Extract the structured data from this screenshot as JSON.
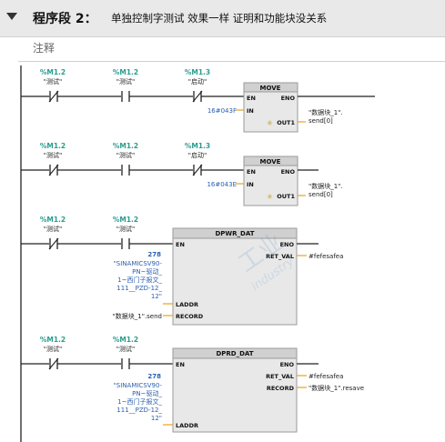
{
  "segment": {
    "collapse_icon": "triangle-down-icon",
    "title": "程序段 2：",
    "description": "单独控制字测试 效果一样 证明和功能块没关系",
    "comment_label": "注释"
  },
  "colors": {
    "address": "#2a9d8f",
    "param": "#2b5fb0",
    "wire_highlight": "#e8a21a",
    "box_fill": "#e8e8e8",
    "box_header": "#d0d0d0"
  },
  "contacts": {
    "m12": {
      "address": "%M1.2",
      "symbol": "\"测试\""
    },
    "m13": {
      "address": "%M1.3",
      "symbol": "\"启动\""
    }
  },
  "move": {
    "name": "MOVE",
    "en": "EN",
    "eno": "ENO",
    "in": "IN",
    "out1": "OUT1",
    "rung1_in": "16#043F",
    "rung1_out": [
      "\"数据块_1\".",
      "send[0]"
    ],
    "rung2_in": "16#043E",
    "rung2_out": [
      "\"数据块_1\".",
      "send[0]"
    ]
  },
  "dpwr": {
    "name": "DPWR_DAT",
    "en": "EN",
    "eno": "ENO",
    "ret_val": "RET_VAL",
    "ret_val_value": "#fefesafea",
    "laddr": "LADDR",
    "laddr_number": "278",
    "laddr_symbol": [
      "\"SINAMICSV90-",
      "PN~驱动_",
      "1~西门子报文_",
      "111__PZD-12_",
      "12\""
    ],
    "record": "RECORD",
    "record_value": "\"数据块_1\".send"
  },
  "dprd": {
    "name": "DPRD_DAT",
    "en": "EN",
    "eno": "ENO",
    "ret_val": "RET_VAL",
    "ret_val_value": "#fefesafea",
    "record": "RECORD",
    "record_value": "\"数据块_1\".resave",
    "laddr": "LADDR",
    "laddr_number": "278",
    "laddr_symbol": [
      "\"SINAMICSV90-",
      "PN~驱动_",
      "1~西门子报文_",
      "111__PZD-12_",
      "12\""
    ]
  },
  "watermark": [
    "工业",
    "industry"
  ]
}
